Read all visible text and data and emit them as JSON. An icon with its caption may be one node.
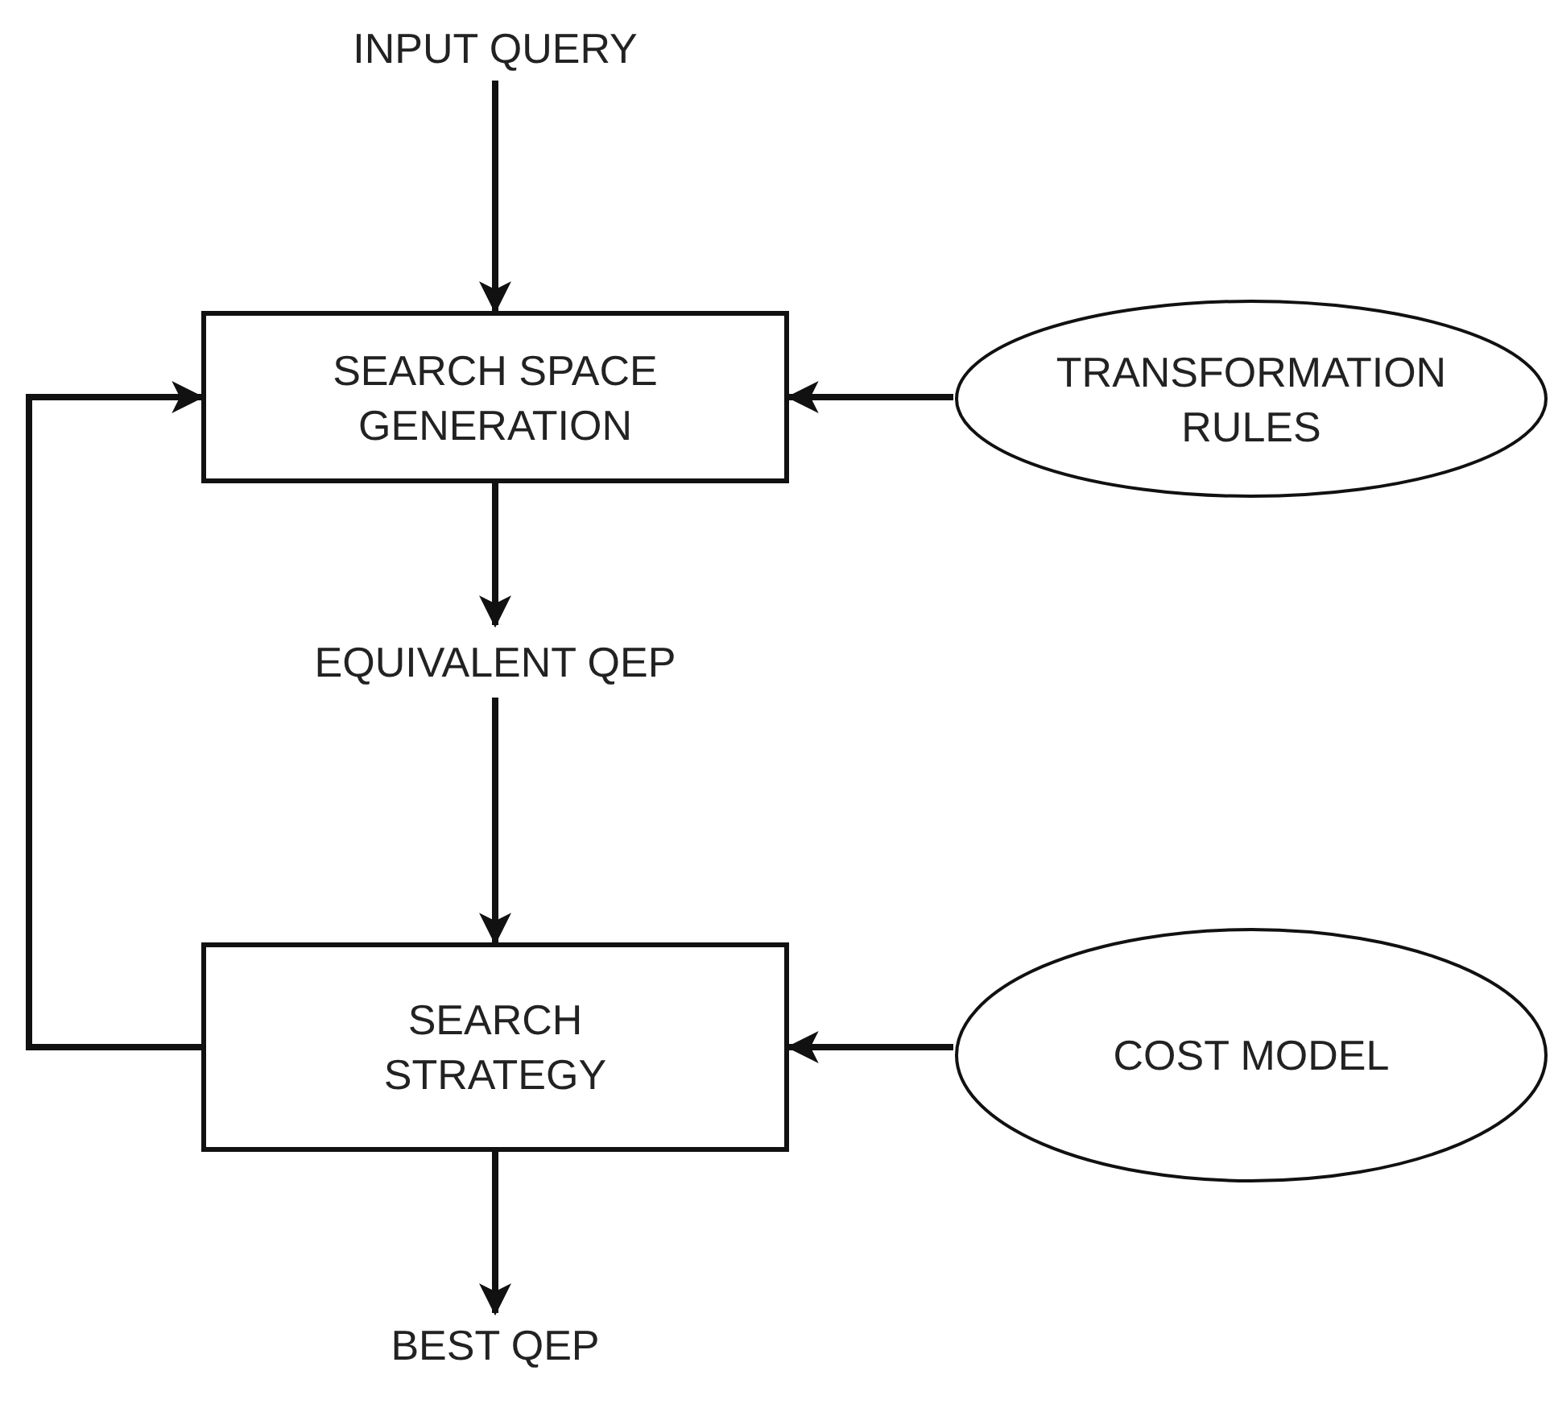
{
  "diagram": {
    "nodes": [
      {
        "text": [
          "INPUT QUERY"
        ]
      },
      {
        "text": [
          "SEARCH SPACE GENERATION"
        ]
      },
      {
        "text": [
          "TRANSFORMATION RULES"
        ]
      },
      {
        "text": [
          "EQUIVALENT QEP"
        ]
      },
      {
        "text": [
          "SEARCH STRATEGY"
        ]
      },
      {
        "text": [
          "COST MODEL"
        ]
      },
      {
        "text": [
          "BEST QEP"
        ]
      }
    ],
    "edges": [
      {
        "from": 0,
        "to": 1,
        "arrow": "to"
      },
      {
        "from": 2,
        "to": 1,
        "arrow": "to"
      },
      {
        "from": 1,
        "to": 3,
        "arrow": "to"
      },
      {
        "from": 3,
        "to": 4,
        "arrow": "to"
      },
      {
        "from": 5,
        "to": 4,
        "arrow": "to"
      },
      {
        "from": 4,
        "to": 1,
        "arrow": "to"
      },
      {
        "from": 4,
        "to": 6,
        "arrow": "to"
      }
    ]
  }
}
